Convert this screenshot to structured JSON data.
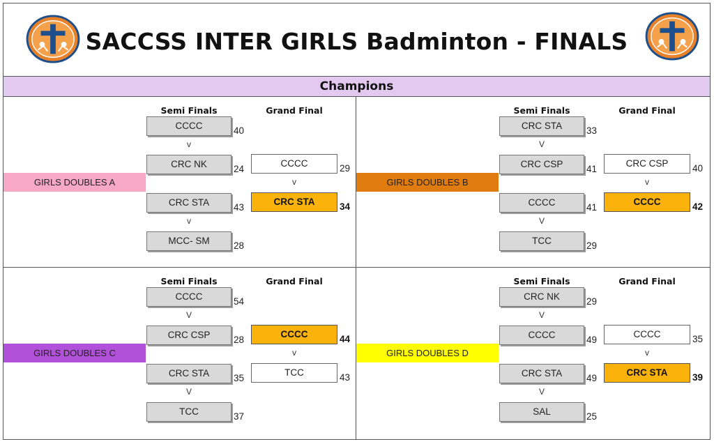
{
  "header": {
    "title": "SACCSS INTER GIRLS Badminton - FINALS",
    "logo_left": "school-sports-logo",
    "logo_right": "school-sports-logo"
  },
  "champions_label": "Champions",
  "colors": {
    "champion_bar": "#e3c8ef",
    "winner": "#fbb20b",
    "doubles_a": "#f7a8c4",
    "doubles_b": "#e07b10",
    "doubles_c": "#b150d8",
    "doubles_d": "#ffff00"
  },
  "brackets": [
    {
      "category": "GIRLS DOUBLES A",
      "semi_header": "Semi Finals",
      "grand_header": "Grand Final",
      "semis": [
        {
          "team": "CCCC",
          "score": "40"
        },
        {
          "v": "v"
        },
        {
          "team": "CRC NK",
          "score": "24"
        },
        {
          "team": "CRC STA",
          "score": "43"
        },
        {
          "v": "v"
        },
        {
          "team": "MCC- SM",
          "score": "28"
        }
      ],
      "grand": [
        {
          "team": "CCCC",
          "score": "29",
          "winner": false
        },
        {
          "v": "v"
        },
        {
          "team": "CRC STA",
          "score": "34",
          "winner": true
        }
      ]
    },
    {
      "category": "GIRLS DOUBLES B",
      "semi_header": "Semi Finals",
      "grand_header": "Grand Final",
      "semis": [
        {
          "team": "CRC STA",
          "score": "33"
        },
        {
          "v": "V"
        },
        {
          "team": "CRC CSP",
          "score": "41"
        },
        {
          "team": "CCCC",
          "score": "41"
        },
        {
          "v": "V"
        },
        {
          "team": "TCC",
          "score": "29"
        }
      ],
      "grand": [
        {
          "team": "CRC CSP",
          "score": "40",
          "winner": false
        },
        {
          "v": "v"
        },
        {
          "team": "CCCC",
          "score": "42",
          "winner": true
        }
      ]
    },
    {
      "category": "GIRLS DOUBLES C",
      "semi_header": "Semi Finals",
      "grand_header": "Grand Final",
      "semis": [
        {
          "team": "CCCC",
          "score": "54"
        },
        {
          "v": "V"
        },
        {
          "team": "CRC CSP",
          "score": "28"
        },
        {
          "team": "CRC STA",
          "score": "35"
        },
        {
          "v": "V"
        },
        {
          "team": "TCC",
          "score": "37"
        }
      ],
      "grand": [
        {
          "team": "CCCC",
          "score": "44",
          "winner": true
        },
        {
          "v": "v"
        },
        {
          "team": "TCC",
          "score": "43",
          "winner": false
        }
      ]
    },
    {
      "category": "GIRLS DOUBLES D",
      "semi_header": "Semi Finals",
      "grand_header": "Grand Final",
      "semis": [
        {
          "team": "CRC NK",
          "score": "29"
        },
        {
          "v": "V"
        },
        {
          "team": "CCCC",
          "score": "49"
        },
        {
          "team": "CRC STA",
          "score": "49"
        },
        {
          "v": "V"
        },
        {
          "team": "SAL",
          "score": "25"
        }
      ],
      "grand": [
        {
          "team": "CCCC",
          "score": "35",
          "winner": false
        },
        {
          "v": "v"
        },
        {
          "team": "CRC STA",
          "score": "39",
          "winner": true
        }
      ]
    }
  ]
}
